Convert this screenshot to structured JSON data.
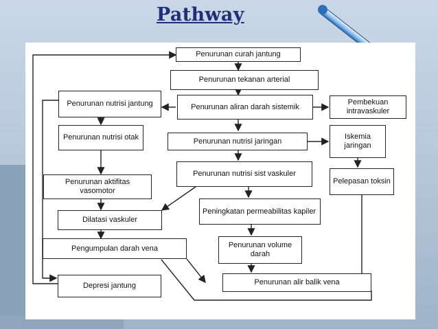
{
  "slide": {
    "title": "Pathway",
    "thermometer_icon": "thermometer-icon"
  },
  "diagram": {
    "nodes": {
      "curah_jantung": "Penurunan curah jantung",
      "tekanan_arterial": "Penurunan tekanan arterial",
      "aliran_darah": "Penurunan aliran darah sistemik",
      "pembekuan": "Pembekuan intravaskuler",
      "nutrisi_jantung": "Penurunan nutrisi jantung",
      "nutrisi_otak": "Penurunan nutrisi otak",
      "nutrisi_jaringan": "Penurunan nutrisi jaringan",
      "iskemia": "Iskemia jaringan",
      "nutrisi_vaskuler": "Penurunan nutrisi sist vaskuler",
      "pelepasan_toksin": "Pelepasan toksin",
      "aktifitas_vasomotor": "Penurunan aktifitas vasomotor",
      "permeabilitas": "Peningkatan permeabilitas kapiler",
      "dilatasi": "Dilatasi vaskuler",
      "pengumpulan": "Pengumpulan darah vena",
      "volume_darah": "Penurunan volume darah",
      "depresi": "Depresi jantung",
      "alir_balik": "Penurunan alir balik vena"
    }
  },
  "colors": {
    "title": "#1f2f7a",
    "line": "#222222"
  }
}
